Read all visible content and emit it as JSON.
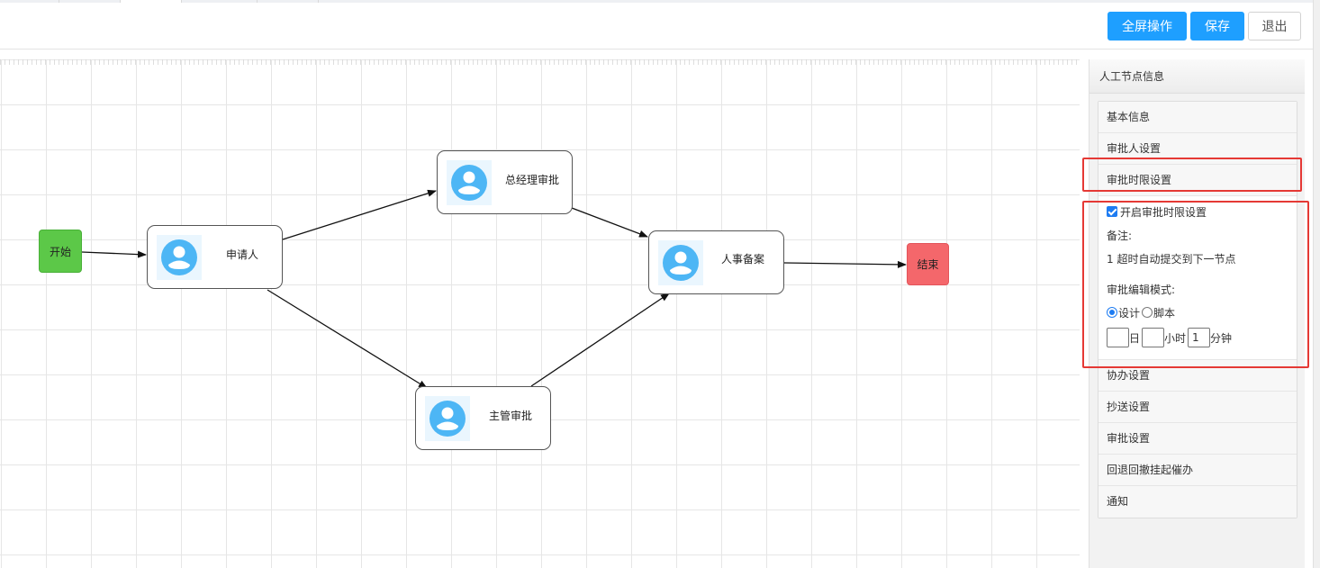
{
  "toolbar": {
    "fullscreen_label": "全屏操作",
    "save_label": "保存",
    "exit_label": "退出"
  },
  "colors": {
    "primary": "#1e9fff",
    "start_node": "#5cc848",
    "end_node": "#f4676b",
    "avatar": "#4db6f5",
    "highlight": "#e53935"
  },
  "flow": {
    "start": {
      "label": "开始"
    },
    "end": {
      "label": "结束"
    },
    "nodes": [
      {
        "id": "applicant",
        "label": "申请人",
        "icon": "user-icon"
      },
      {
        "id": "gm",
        "label": "总经理审批",
        "icon": "user-icon"
      },
      {
        "id": "supervisor",
        "label": "主管审批",
        "icon": "user-icon"
      },
      {
        "id": "hr",
        "label": "人事备案",
        "icon": "user-icon"
      }
    ]
  },
  "panel": {
    "title": "人工节点信息",
    "sections": [
      {
        "label": "基本信息"
      },
      {
        "label": "审批人设置"
      },
      {
        "label": "审批时限设置"
      },
      {
        "label": "协办设置"
      },
      {
        "label": "抄送设置"
      },
      {
        "label": "审批设置"
      },
      {
        "label": "回退回撤挂起催办"
      },
      {
        "label": "通知"
      }
    ],
    "time_limit": {
      "enable_label": "开启审批时限设置",
      "enabled": true,
      "remark_label": "备注:",
      "remark_text": "1 超时自动提交到下一节点",
      "mode_label": "审批编辑模式:",
      "mode_options": [
        "设计",
        "脚本"
      ],
      "mode_selected": "设计",
      "day_value": "",
      "day_unit": "日",
      "hour_value": "",
      "hour_unit": "小时",
      "minute_value": "1",
      "minute_unit": "分钟"
    }
  }
}
